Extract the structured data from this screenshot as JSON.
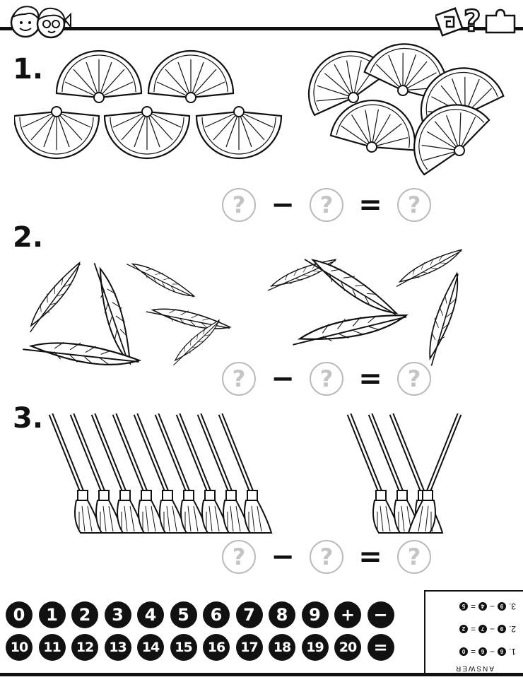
{
  "problems": [
    {
      "number": "1.",
      "equation": {
        "a": "?",
        "op": "−",
        "b": "?",
        "eq": "=",
        "r": "?"
      }
    },
    {
      "number": "2.",
      "equation": {
        "a": "?",
        "op": "−",
        "b": "?",
        "eq": "=",
        "r": "?"
      }
    },
    {
      "number": "3.",
      "equation": {
        "a": "?",
        "op": "−",
        "b": "?",
        "eq": "=",
        "r": "?"
      }
    }
  ],
  "tokens_row1": [
    "0",
    "1",
    "2",
    "3",
    "4",
    "5",
    "6",
    "7",
    "8",
    "9",
    "+",
    "−"
  ],
  "tokens_row2": [
    "10",
    "11",
    "12",
    "13",
    "14",
    "15",
    "16",
    "17",
    "18",
    "19",
    "20",
    "="
  ],
  "answer_key": {
    "title": "ANSWER",
    "lines": [
      {
        "label": "1.",
        "a": "6",
        "b": "6",
        "r": "0"
      },
      {
        "label": "2.",
        "a": "9",
        "b": "7",
        "r": "2"
      },
      {
        "label": "3.",
        "a": "9",
        "b": "4",
        "r": "5"
      }
    ]
  }
}
